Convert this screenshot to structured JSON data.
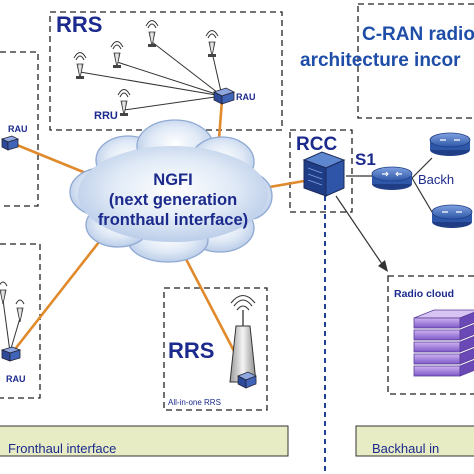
{
  "title": {
    "line1": "C-RAN radio",
    "line2": "architecture incor"
  },
  "top_rrs": {
    "title": "RRS",
    "rau_label": "RAU",
    "rru_label": "RRU"
  },
  "left_rrs": {
    "rau_label": "RAU"
  },
  "bottom_left_rrs": {
    "rau_label": "RAU"
  },
  "bottom_rrs": {
    "title": "RRS",
    "caption": "All-in-one RRS"
  },
  "cloud": {
    "line1": "NGFI",
    "line2": "(next generation",
    "line3": "fronthaul interface)"
  },
  "rcc": {
    "label": "RCC",
    "link_label": "S1"
  },
  "backhaul": {
    "label": "Backh"
  },
  "radio_cloud": {
    "label": "Radio cloud"
  },
  "bottom_bar": {
    "fronthaul": "Fronthaul interface",
    "backhaul": "Backhaul in"
  },
  "colors": {
    "link": "#e08a2b",
    "text_blue": "#1b2a8c",
    "title_blue": "#1f4ea8",
    "bar_fill": "#e8ecc4",
    "router": "#3a62b0"
  }
}
